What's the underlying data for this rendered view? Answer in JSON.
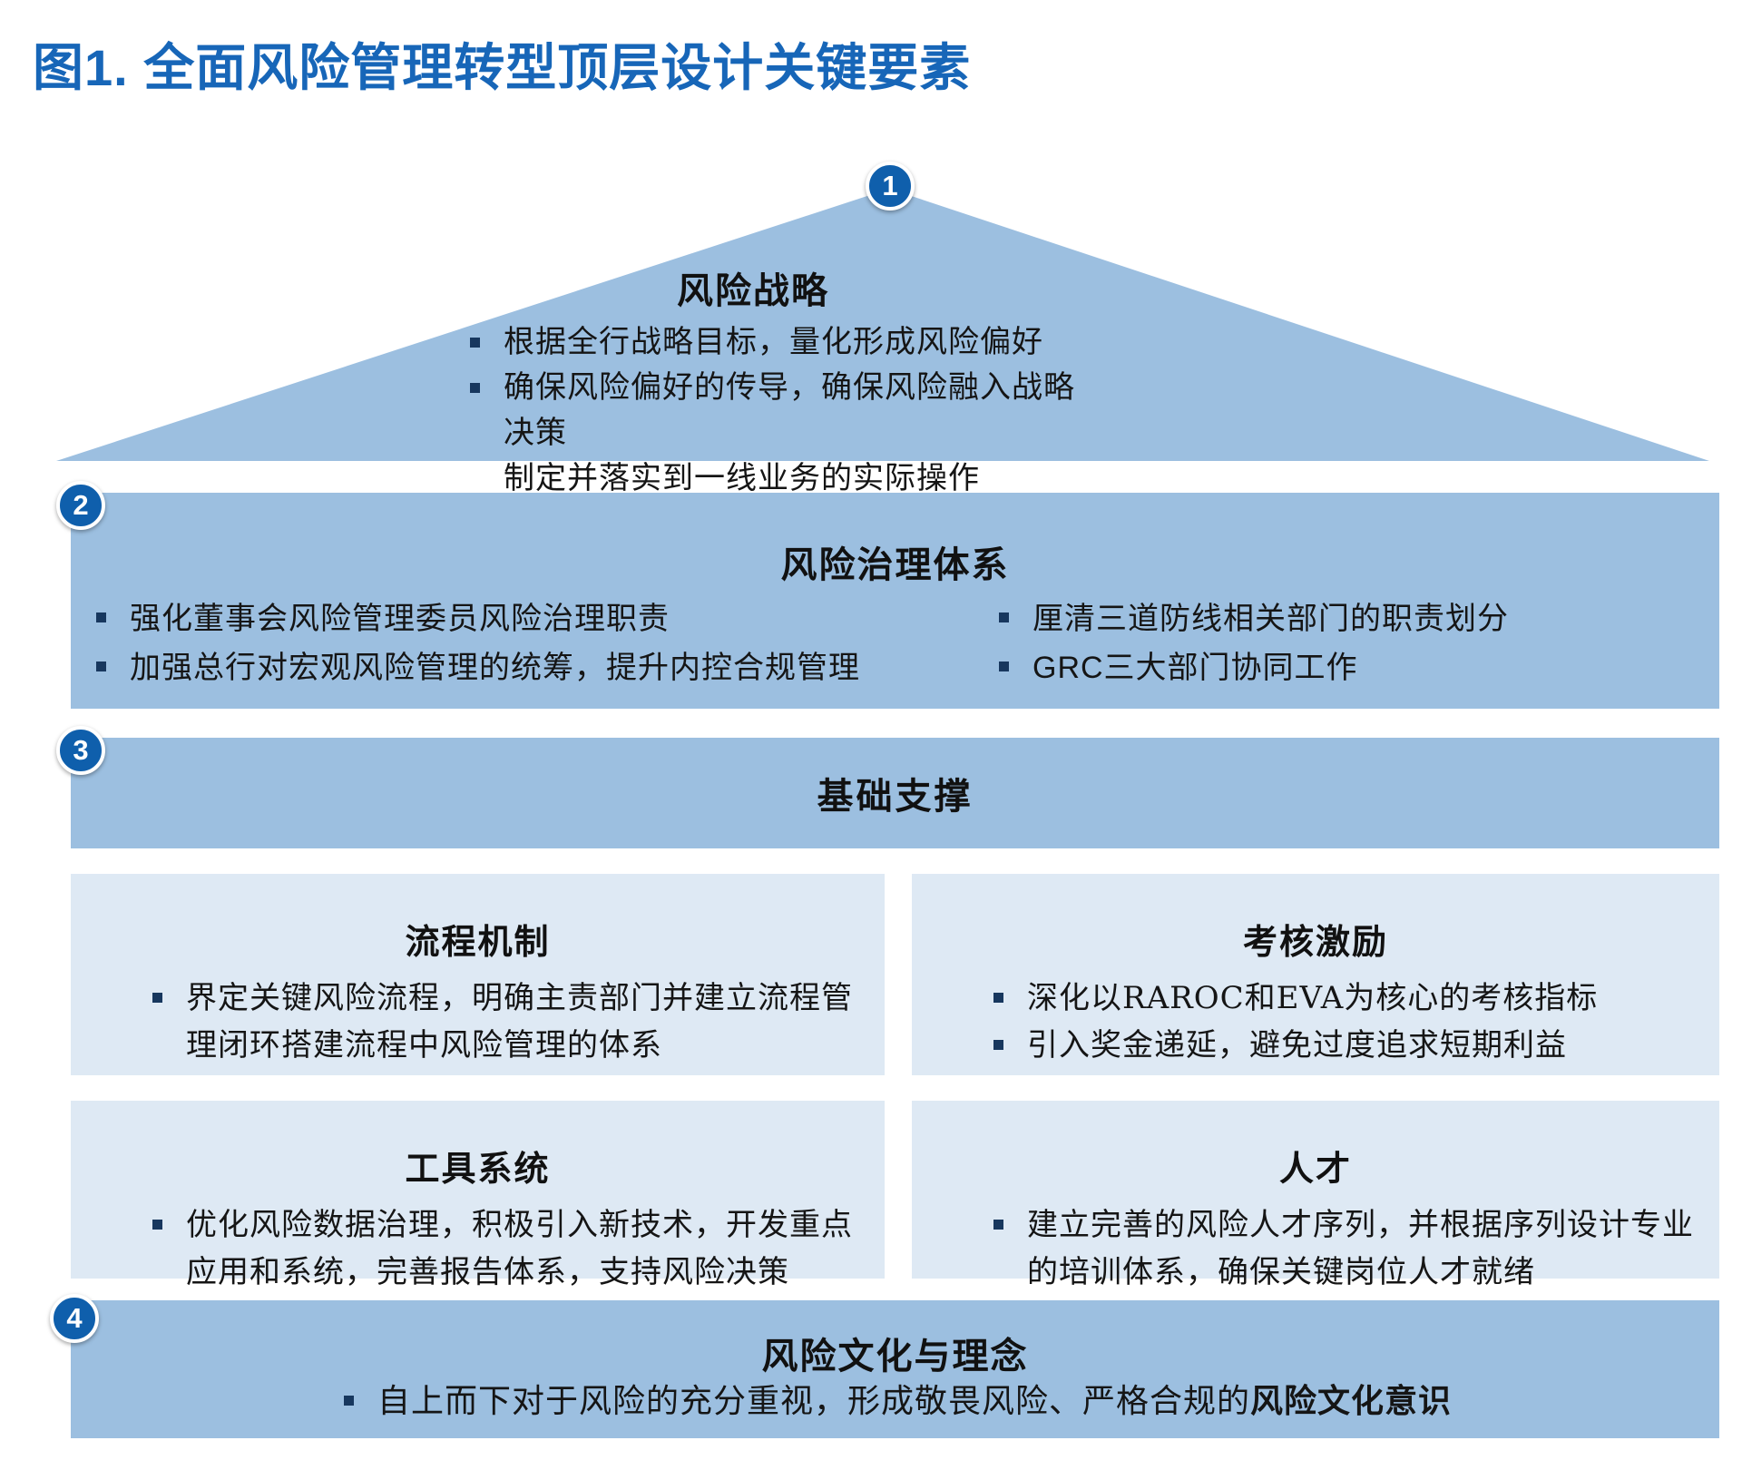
{
  "title": "图1. 全面风险管理转型顶层设计关键要素",
  "colors": {
    "title_blue": "#1766b8",
    "band_blue": "#9cbfe0",
    "box_blue": "#dee9f4",
    "badge_blue": "#0f5fac",
    "marker_navy": "#17375e"
  },
  "pyramid": {
    "strategy": {
      "badge": "1",
      "heading": "风险战略",
      "bullets": [
        "根据全行战略目标，量化形成风险偏好",
        "确保风险偏好的传导，确保风险融入战略决策\n制定并落实到一线业务的实际操作"
      ]
    },
    "governance": {
      "badge": "2",
      "heading": "风险治理体系",
      "left_bullets": [
        "强化董事会风险管理委员风险治理职责",
        "加强总行对宏观风险管理的统筹，提升内控合规管理"
      ],
      "right_bullets": [
        "厘清三道防线相关部门的职责划分",
        "GRC三大部门协同工作"
      ]
    },
    "foundation": {
      "badge": "3",
      "heading": "基础支撑",
      "boxes": [
        {
          "heading": "流程机制",
          "bullets": [
            "界定关键风险流程，明确主责部门并建立流程管理闭环搭建流程中风险管理的体系"
          ]
        },
        {
          "heading": "考核激励",
          "bullets": [
            "深化以RAROC和EVA为核心的考核指标",
            "引入奖金递延，避免过度追求短期利益"
          ]
        },
        {
          "heading": "工具系统",
          "bullets": [
            "优化风险数据治理，积极引入新技术，开发重点应用和系统，完善报告体系，支持风险决策"
          ]
        },
        {
          "heading": "人才",
          "bullets": [
            "建立完善的风险人才序列，并根据序列设计专业的培训体系，确保关键岗位人才就绪"
          ]
        }
      ]
    },
    "culture": {
      "badge": "4",
      "heading": "风险文化与理念",
      "bullet_prefix": "自上而下对于风险的充分重视，形成敬畏风险、严格合规的",
      "bullet_bold": "风险文化意识"
    }
  }
}
